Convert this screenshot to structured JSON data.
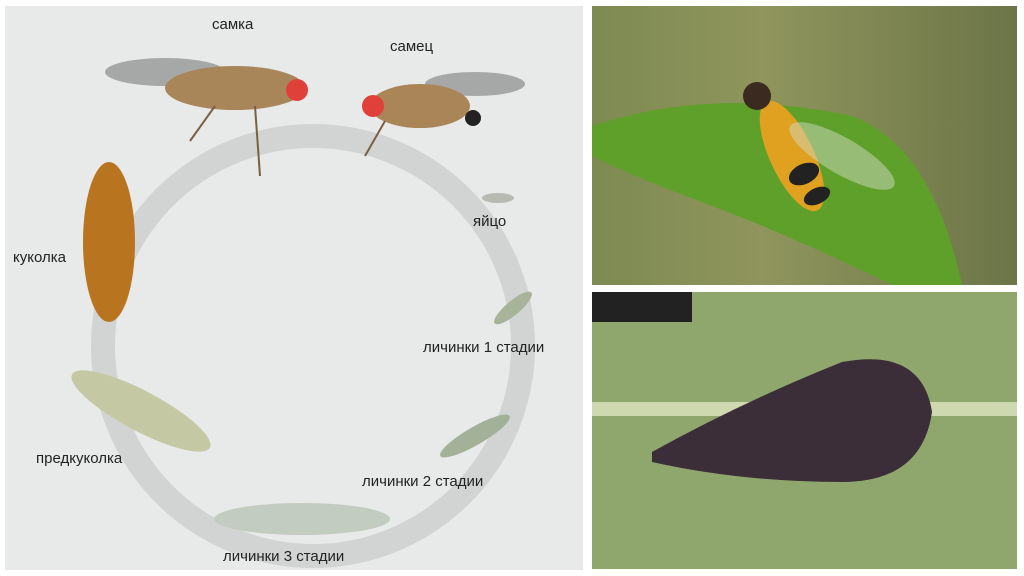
{
  "life_cycle": {
    "labels": {
      "female": "самка",
      "male": "самец",
      "egg": "яйцо",
      "larva1": "личинки 1 стадии",
      "larva2": "личинки 2 стадии",
      "larva3": "личинки 3 стадии",
      "prepupa": "предкуколка",
      "pupa": "куколка"
    }
  },
  "photos": {
    "top": "hoverfly-on-leaf",
    "bottom": "pupa-on-leaf"
  }
}
